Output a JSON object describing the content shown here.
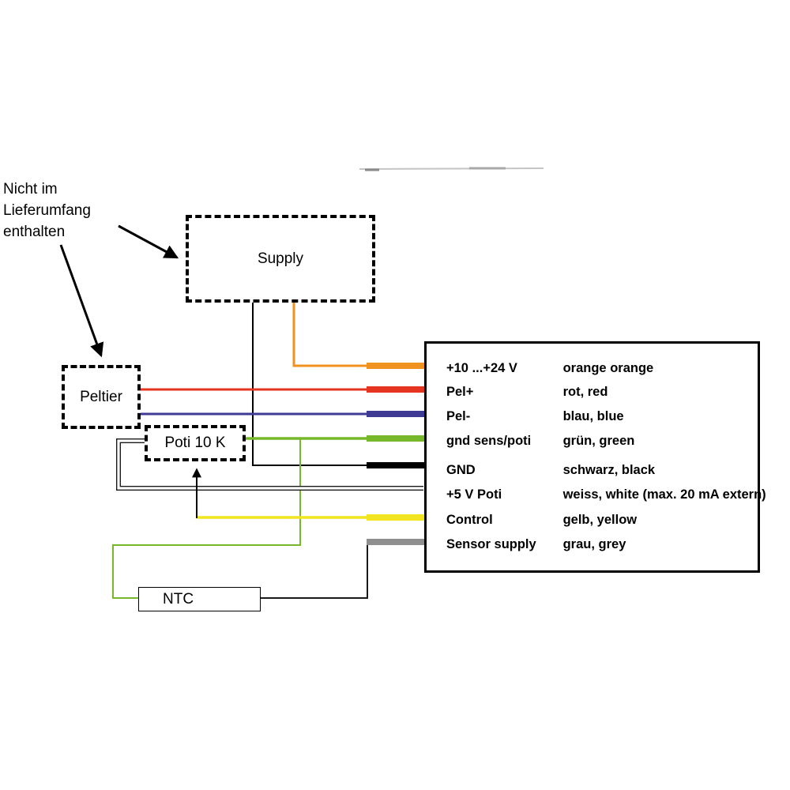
{
  "annotation": {
    "line1": "Nicht im",
    "line2": "Lieferumfang",
    "line3": "enthalten"
  },
  "boxes": {
    "supply": "Supply",
    "peltier": "Peltier",
    "poti": "Poti 10 K",
    "ntc": "NTC"
  },
  "panel": {
    "rows": [
      {
        "signal": "+10 ...+24 V",
        "color_name": "orange orange",
        "color": "#f0921e"
      },
      {
        "signal": "Pel+",
        "color_name": "rot, red",
        "color": "#e5341f"
      },
      {
        "signal": "Pel-",
        "color_name": "blau, blue",
        "color": "#3f3a93"
      },
      {
        "signal": "gnd sens/poti",
        "color_name": "grün, green",
        "color": "#76b82a"
      },
      {
        "signal": "GND",
        "color_name": "schwarz, black",
        "color": "#000000"
      },
      {
        "signal": "+5 V Poti",
        "color_name": "weiss, white (max. 20 mA extern)",
        "color": "#ffffff"
      },
      {
        "signal": "Control",
        "color_name": "gelb,  yellow",
        "color": "#f2e41f"
      },
      {
        "signal": "Sensor supply",
        "color_name": "grau, grey",
        "color": "#8f8f8f"
      }
    ]
  }
}
